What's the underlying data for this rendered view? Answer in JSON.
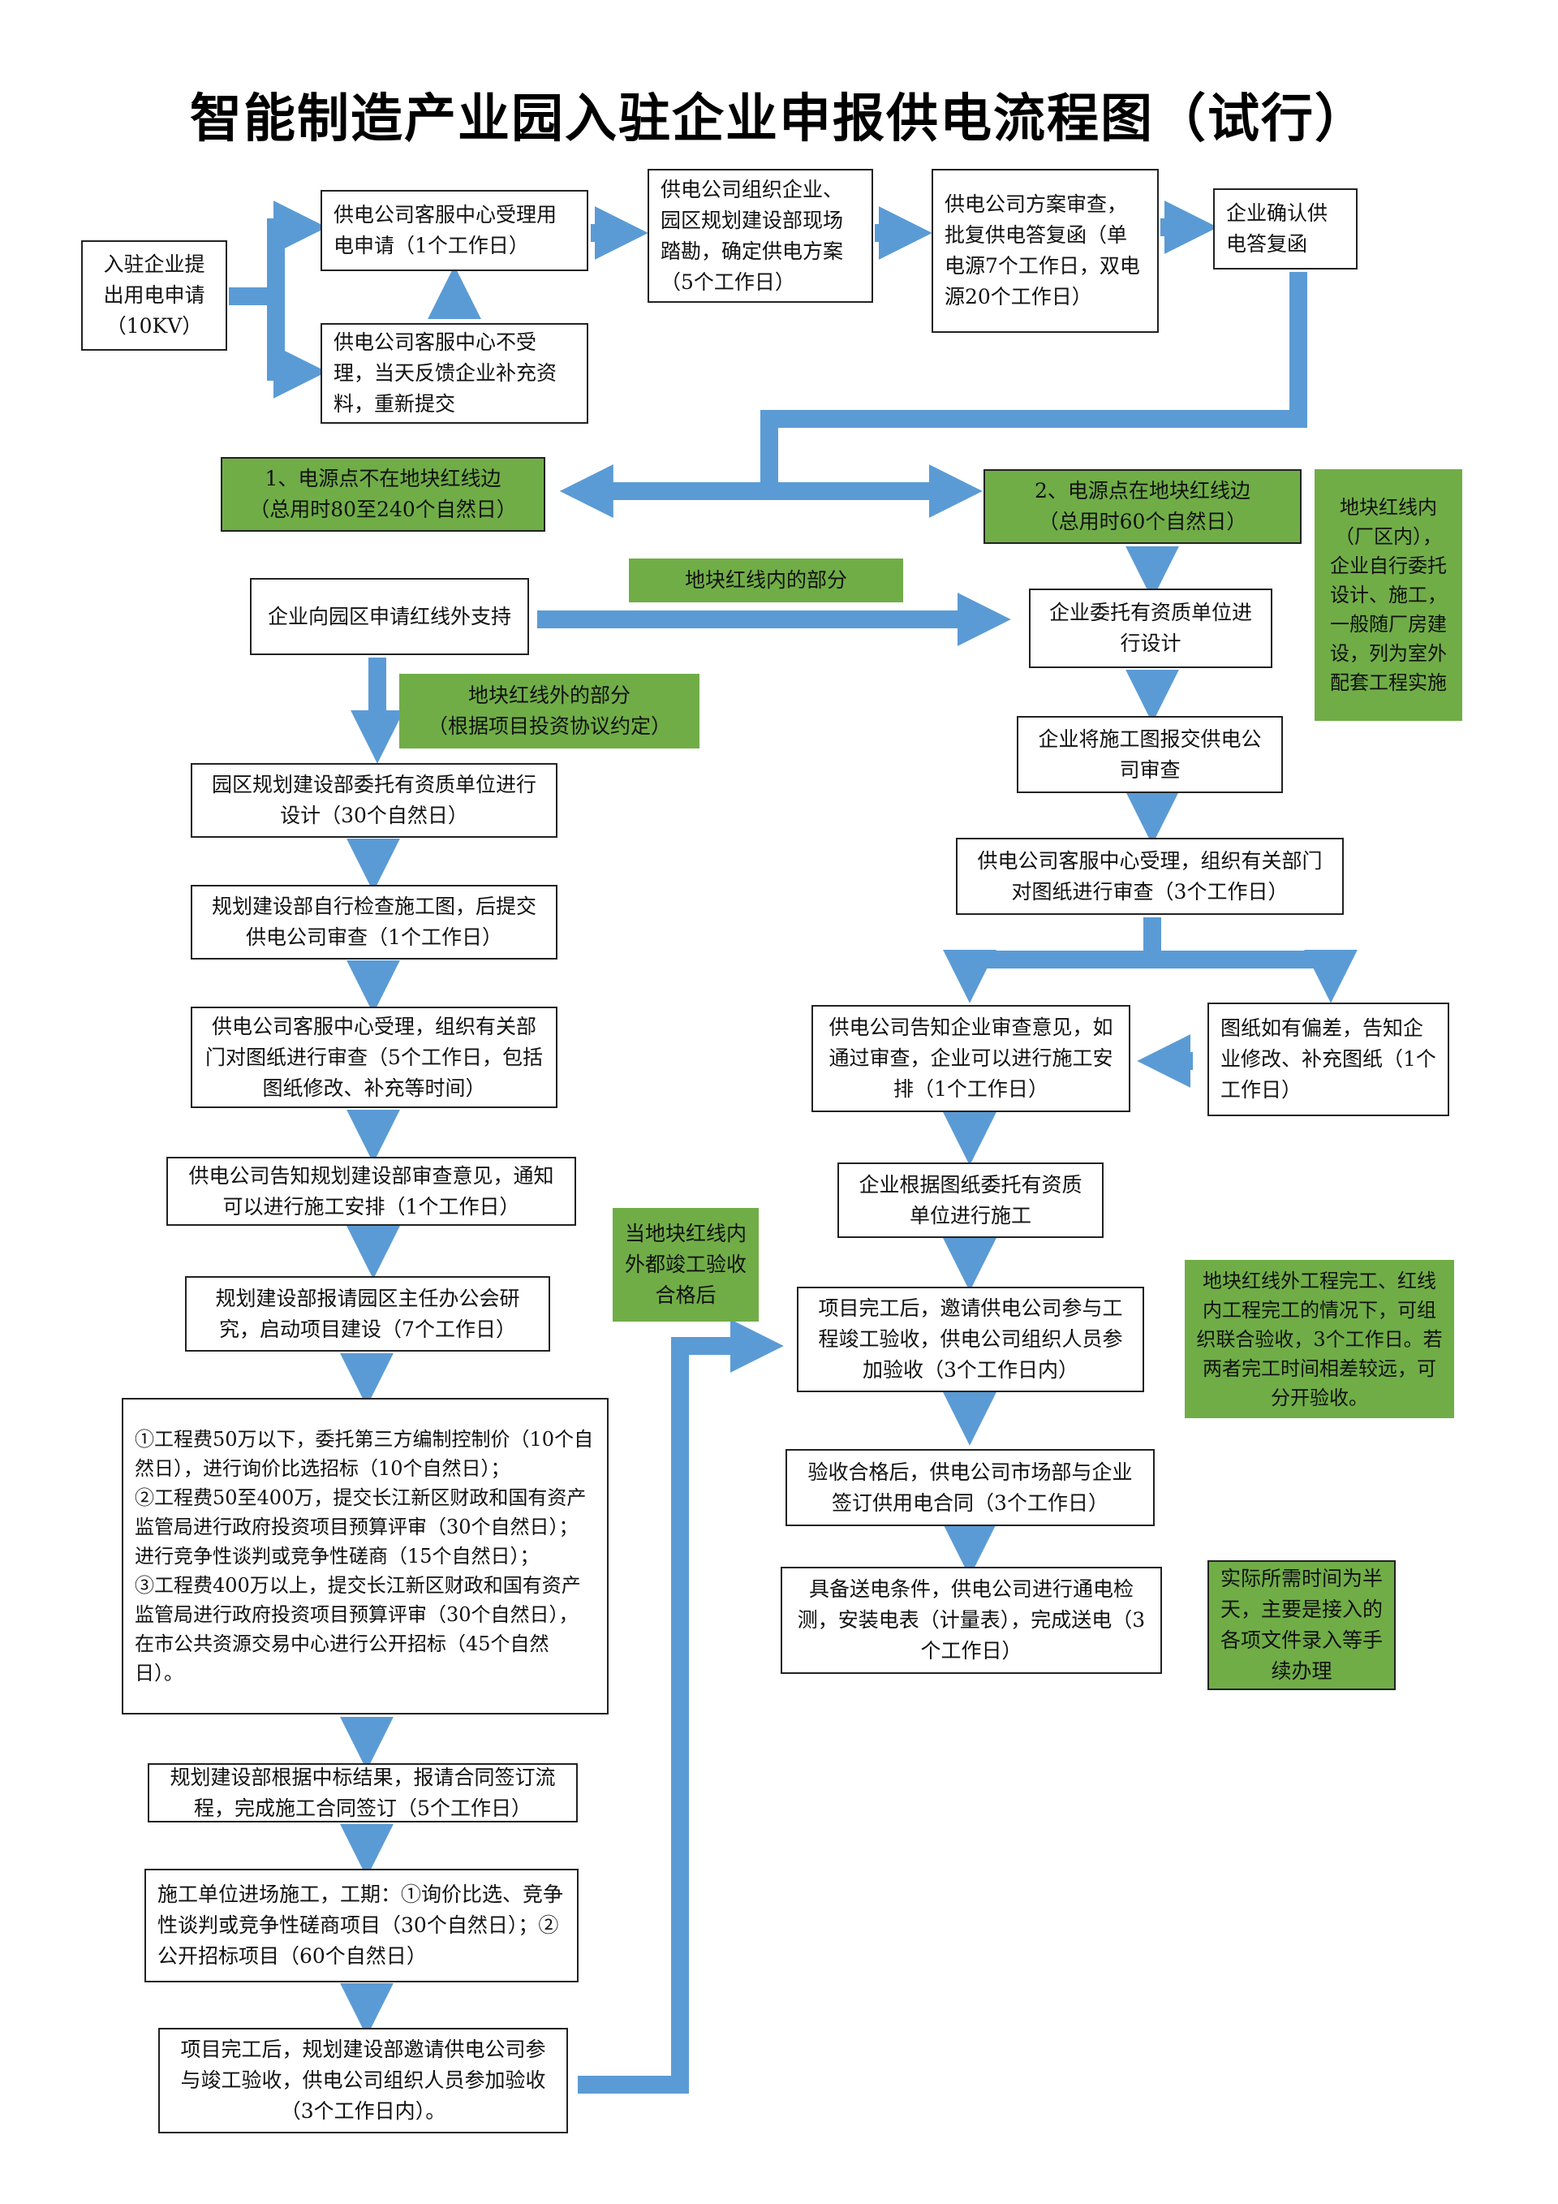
{
  "title": "智能制造产业园入驻企业申报供电流程图（试行）",
  "colors": {
    "arrow": "#5b9bd5",
    "green": "#70ad47",
    "border": "#222222"
  },
  "boxes": {
    "apply": "入驻企业提出用电申请（10KV）",
    "accept": "供电公司客服中心受理用电申请（1个工作日）",
    "reject": "供电公司客服中心不受理，当天反馈企业补充资料，重新提交",
    "survey": "供电公司组织企业、园区规划建设部现场踏勘，确定供电方案（5个工作日）",
    "approve": "供电公司方案审查，批复供电答复函（单电源7个工作日，双电源20个工作日）",
    "confirm": "企业确认供电答复函",
    "case1": "1、电源点不在地块红线边\n（总用时80至240个自然日）",
    "case2": "2、电源点在地块红线边\n（总用时60个自然日）",
    "inside_note": "地块红线内（厂区内），企业自行委托设计、施工，一般随厂房建设，列为室外配套工程实施",
    "l1": "企业向园区申请红线外支持",
    "inner_label": "地块红线内的部分",
    "outer_label": "地块红线外的部分\n（根据项目投资协议约定）",
    "l2": "园区规划建设部委托有资质单位进行设计（30个自然日）",
    "l3": "规划建设部自行检查施工图，后提交供电公司审查（1个工作日）",
    "l4": "供电公司客服中心受理，组织有关部门对图纸进行审查（5个工作日，包括图纸修改、补充等时间）",
    "l5": "供电公司告知规划建设部审查意见，通知可以进行施工安排（1个工作日）",
    "l6": "规划建设部报请园区主任办公会研究，启动项目建设（7个工作日）",
    "l7": "①工程费50万以下，委托第三方编制控制价（10个自然日），进行询价比选招标（10个自然日）；\n②工程费50至400万，提交长江新区财政和国有资产监管局进行政府投资项目预算评审（30个自然日）；进行竞争性谈判或竞争性磋商（15个自然日）；\n③工程费400万以上，提交长江新区财政和国有资产监管局进行政府投资项目预算评审（30个自然日），在市公共资源交易中心进行公开招标（45个自然日）。",
    "l8": "规划建设部根据中标结果，报请合同签订流程，完成施工合同签订（5个工作日）",
    "l9": "施工单位进场施工，工期：①询价比选、竞争性谈判或竞争性磋商项目（30个自然日）；②公开招标项目（60个自然日）",
    "l10": "项目完工后，规划建设部邀请供电公司参与竣工验收，供电公司组织人员参加验收（3个工作日内）。",
    "both_done": "当地块红线内外都竣工验收合格后",
    "r1": "企业委托有资质单位进行设计",
    "r2": "企业将施工图报交供电公司审查",
    "r3": "供电公司客服中心受理，组织有关部门对图纸进行审查（3个工作日）",
    "r4": "供电公司告知企业审查意见，如通过审查，企业可以进行施工安排（1个工作日）",
    "r5": "图纸如有偏差，告知企业修改、补充图纸（1个工作日）",
    "r6": "企业根据图纸委托有资质单位进行施工",
    "r7": "项目完工后，邀请供电公司参与工程竣工验收，供电公司组织人员参加验收（3个工作日内）",
    "joint_note": "地块红线外工程完工、红线内工程完工的情况下，可组织联合验收，3个工作日。若两者完工时间相差较远，可分开验收。",
    "r8": "验收合格后，供电公司市场部与企业签订供用电合同（3个工作日）",
    "r9": "具备送电条件，供电公司进行通电检测，安装电表（计量表），完成送电（3个工作日）",
    "time_note": "实际所需时间为半天，主要是接入的各项文件录入等手续办理"
  }
}
